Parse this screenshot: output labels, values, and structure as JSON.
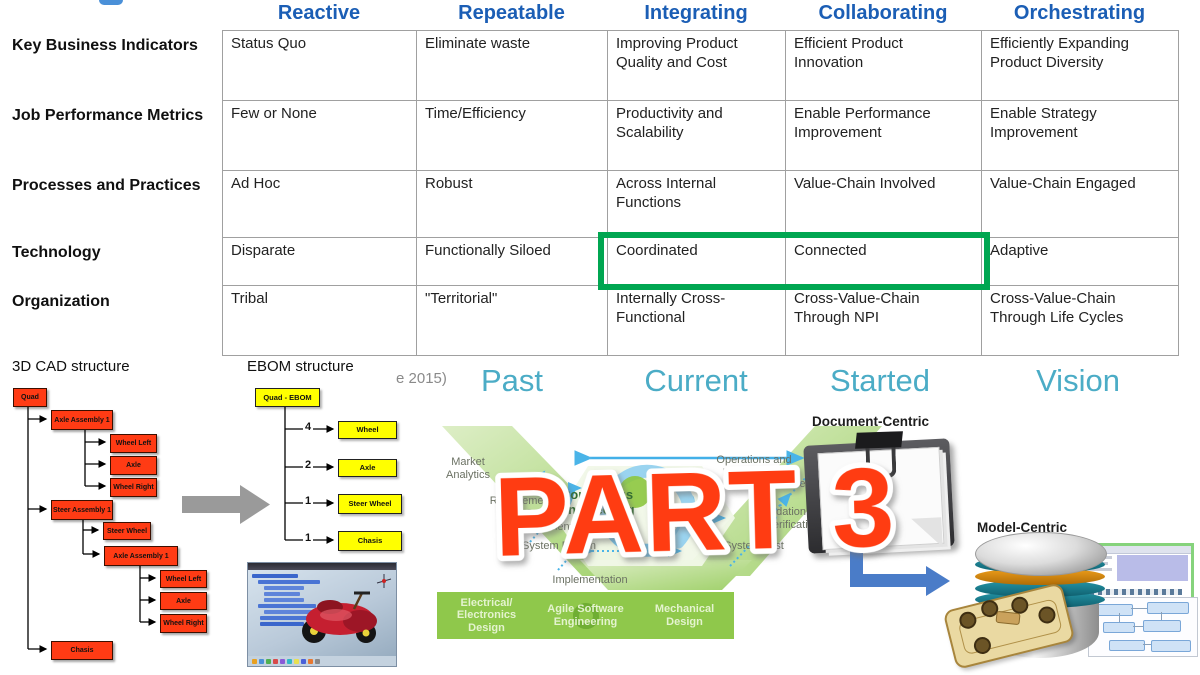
{
  "maturity_table": {
    "header_color": "#1B5EB5",
    "stages": [
      "Reactive",
      "Repeatable",
      "Integrating",
      "Collaborating",
      "Orchestrating"
    ],
    "rows": [
      {
        "label": "Key Business Indicators",
        "cells": [
          "Status Quo",
          "Eliminate waste",
          "Improving Product Quality and Cost",
          "Efficient Product Innovation",
          "Efficiently Expanding Product Diversity"
        ]
      },
      {
        "label": "Job Performance Metrics",
        "cells": [
          "Few or None",
          "Time/Efficiency",
          "Productivity and Scalability",
          "Enable Performance Improvement",
          "Enable Strategy Improvement"
        ]
      },
      {
        "label": "Processes and Practices",
        "cells": [
          "Ad Hoc",
          "Robust",
          "Across Internal Functions",
          "Value-Chain Involved",
          "Value-Chain Engaged"
        ]
      },
      {
        "label": "Technology",
        "cells": [
          "Disparate",
          "Functionally Siloed",
          "Coordinated",
          "Connected",
          "Adaptive"
        ]
      },
      {
        "label": "Organization",
        "cells": [
          "Tribal",
          "\"Territorial\"",
          "Internally Cross-Functional",
          "Cross-Value-Chain Through NPI",
          "Cross-Value-Chain Through Life Cycles"
        ]
      }
    ],
    "highlight": {
      "row": "Technology",
      "cells": [
        "Coordinated",
        "Connected"
      ],
      "color": "#00A651"
    }
  },
  "timeline": {
    "source_fragment": "e 2015)",
    "labels": [
      "Past",
      "Current",
      "Started",
      "Vision"
    ],
    "color": "#4BACC6"
  },
  "cad_tree": {
    "title": "3D CAD structure",
    "box_color": "#FF3B14",
    "nodes": {
      "root": "Quad",
      "axle_assembly_a": "Axle Assembly 1",
      "wheel_left_a": "Wheel Left",
      "axle_a": "Axle",
      "wheel_right_a": "Wheel Right",
      "steer_assembly": "Steer Assembly 1",
      "steer_wheel": "Steer Wheel",
      "axle_assembly_b": "Axle Assembly 1",
      "wheel_left_b": "Wheel Left",
      "axle_b": "Axle",
      "wheel_right_b": "Wheel Right",
      "chasis": "Chasis"
    }
  },
  "ebom_tree": {
    "title": "EBOM structure",
    "box_color": "#FFFF00",
    "root": "Quad - EBOM",
    "items": [
      {
        "qty": "4",
        "label": "Wheel"
      },
      {
        "qty": "2",
        "label": "Axle"
      },
      {
        "qty": "1",
        "label": "Steer Wheel"
      },
      {
        "qty": "1",
        "label": "Chasis"
      }
    ]
  },
  "v_diagram": {
    "left_labels": [
      "Market Analytics",
      "Customer Requirements",
      "System Requirements",
      "System Design"
    ],
    "bottom_label": "Implementation",
    "right_labels": [
      "System Test",
      "Validation and Verification",
      "Release",
      "Operations and Maintenance"
    ],
    "center_label": "Continuous Engineering",
    "bar_labels": [
      "Electrical/ Electronics Design",
      "Agile Software Engineering",
      "Mechanical Design"
    ]
  },
  "overlay": {
    "text": "PART 3",
    "color": "#FF3C12"
  },
  "document_centric": {
    "label": "Document-Centric"
  },
  "model_centric": {
    "label": "Model-Centric"
  }
}
